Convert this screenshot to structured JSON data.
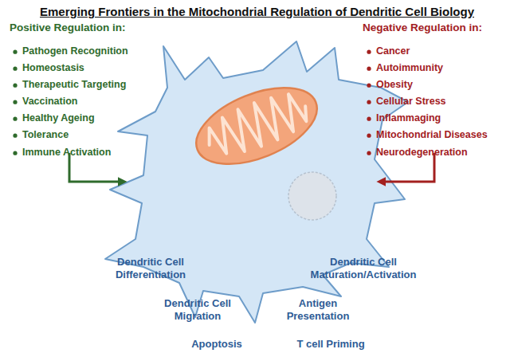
{
  "diagram": {
    "title": "Emerging Frontiers in the Mitochondrial Regulation of Dendritic Cell Biology",
    "labels": [
      "Positive Regulation in:",
      "Pathogen Recognition",
      "Homeostasis",
      "Therapeutic Targeting",
      "Vaccination",
      "Healthy Ageing",
      "Tolerance",
      "Immune Activation",
      "Negative Regulation in:",
      "Cancer",
      "Autoimmunity",
      "Obesity",
      "Cellular Stress",
      "Inflammaging",
      "Mitochondrial Diseases",
      "Neurodegeneration",
      "Dendritic Cell Differentiation",
      "Dendritic Cell Maturation/Activation",
      "Dendritic Cell Migration",
      "Antigen Presentation",
      "Apoptosis",
      "T cell Priming"
    ]
  }
}
